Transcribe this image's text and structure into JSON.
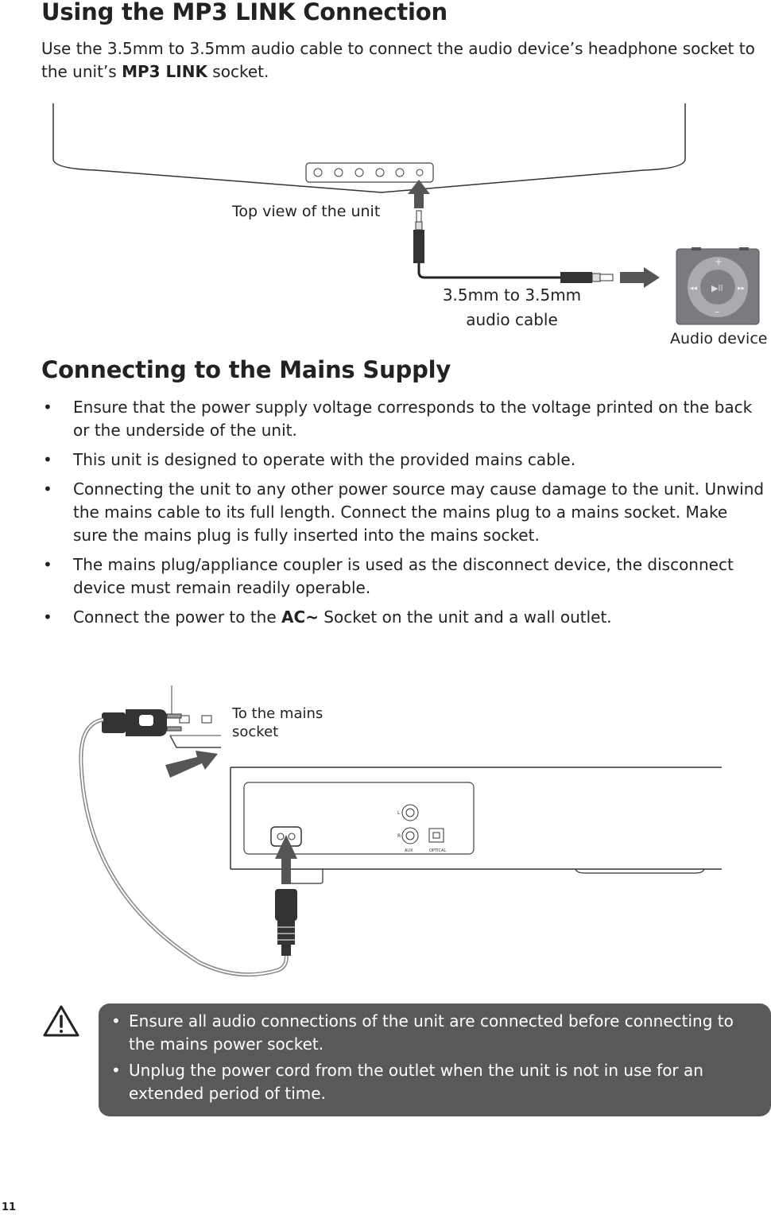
{
  "section1": {
    "heading": "Using the MP3 LINK Connection",
    "intro_before": "Use the 3.5mm to 3.5mm audio cable to connect the audio device’s headphone socket to the unit’s ",
    "intro_bold": "MP3 LINK",
    "intro_after": " socket."
  },
  "figure1": {
    "label_unit": "Top view of the unit",
    "label_cable_line1": "3.5mm to 3.5mm",
    "label_cable_line2": "audio cable",
    "label_device": "Audio device"
  },
  "section2": {
    "heading": "Connecting to the Mains Supply",
    "bullets": [
      "Ensure that the power supply voltage corresponds to the voltage printed on the back or the underside of the unit.",
      "This unit is designed to operate with the provided mains cable.",
      "Connecting the unit to any other power source may cause damage to the unit. Unwind the mains cable to its full length. Connect the mains plug to a mains socket. Make sure the mains plug is fully inserted into the mains socket.",
      "The mains plug/appliance coupler is used as the disconnect device, the disconnect device must remain readily operable."
    ],
    "last_bullet_before": "Connect the power to the ",
    "last_bullet_bold": "AC~",
    "last_bullet_after": " Socket on the unit and a wall outlet."
  },
  "figure2": {
    "label_socket_line1": "To the mains",
    "label_socket_line2": "socket",
    "port_l": "L",
    "port_r": "R",
    "port_aux": "AUX",
    "port_optical": "OPTICAL"
  },
  "warning": {
    "icon": "warning-triangle-icon",
    "items": [
      "Ensure all audio connections of the unit are connected before connecting to the mains power socket.",
      "Unplug the power cord from the outlet when the unit is not in use for an extended period of time."
    ],
    "box_color": "#58595b"
  },
  "page_number": "11"
}
